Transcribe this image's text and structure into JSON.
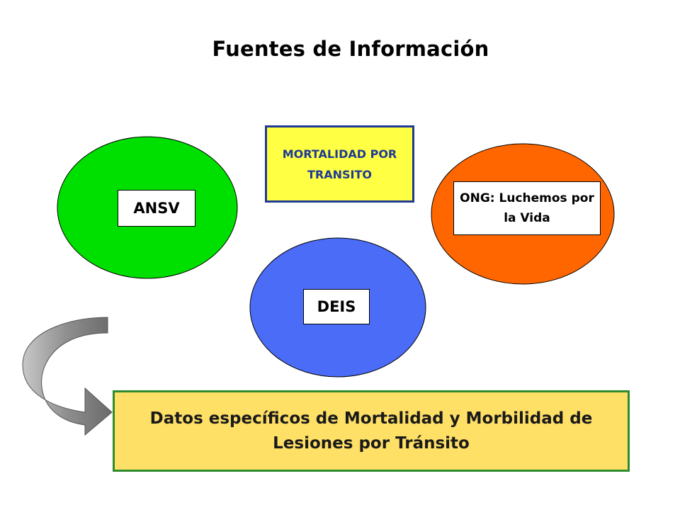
{
  "title": "Fuentes de Información",
  "nodes": {
    "ansv": {
      "label": "ANSV",
      "color": "#00e000"
    },
    "deis": {
      "label": "DEIS",
      "color": "#4a6cf7"
    },
    "ong": {
      "label": "ONG: Luchemos por la Vida",
      "color": "#ff6600"
    },
    "mortalidad": {
      "label": "MORTALIDAD POR TRANSITO",
      "color": "#ffff44",
      "border_color": "#1f3a93"
    }
  },
  "result": {
    "label": "Datos específicos de Mortalidad y Morbilidad de Lesiones por Tránsito",
    "color": "#ffe066",
    "border_color": "#2e8b2e"
  },
  "arrow": {
    "icon": "curved-arrow-icon",
    "color": "#9a9a9a"
  }
}
